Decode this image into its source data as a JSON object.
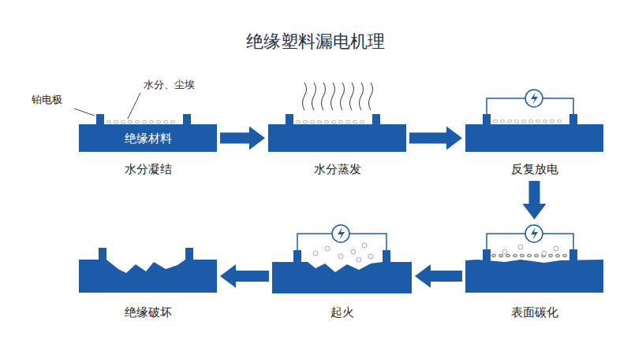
{
  "diagram": {
    "title": "绝缘塑料漏电机理",
    "nodes": [
      {
        "text": [
          "绝缘材料",
          "水分凝结"
        ]
      },
      {
        "text": [
          "水分蒸发"
        ]
      },
      {
        "text": [
          "反复放电"
        ]
      },
      {
        "text": [
          "绝缘破坏"
        ]
      },
      {
        "text": [
          "起火"
        ]
      },
      {
        "text": [
          "表面碳化"
        ]
      }
    ],
    "edges": [
      {
        "from": 0,
        "to": 1,
        "arrow": "to"
      },
      {
        "from": 1,
        "to": 2,
        "arrow": "to"
      },
      {
        "from": 2,
        "to": 5,
        "arrow": "to"
      },
      {
        "from": 5,
        "to": 4,
        "arrow": "to"
      },
      {
        "from": 4,
        "to": 3,
        "arrow": "to"
      }
    ],
    "labels": [
      "铂电极",
      "水分、尘埃"
    ]
  }
}
